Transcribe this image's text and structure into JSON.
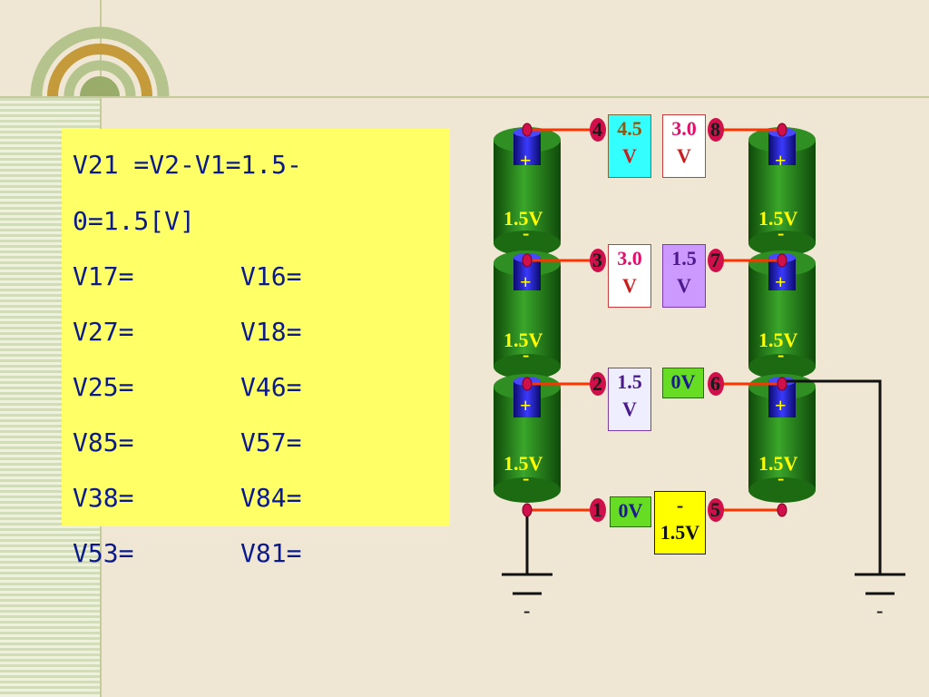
{
  "equations": {
    "line1": "V21 =V2-V1=1.5-",
    "line2": "0=1.5[V]",
    "rows": [
      {
        "left": "V17=",
        "right": "V16="
      },
      {
        "left": "V27=",
        "right": "V18="
      },
      {
        "left": "V25=",
        "right": "V46="
      },
      {
        "left": "V85=",
        "right": "V57="
      },
      {
        "left": "V38=",
        "right": "V84="
      },
      {
        "left": "V53=",
        "right": "V81="
      }
    ]
  },
  "circuit": {
    "battery_voltage": "1.5V",
    "plus": "+",
    "minus": "-",
    "node_numbers": [
      "1",
      "2",
      "3",
      "4",
      "5",
      "6",
      "7",
      "8"
    ],
    "labels": {
      "n4": {
        "line1": "4.5",
        "line2": "V"
      },
      "n8": {
        "line1": "3.0",
        "line2": "V"
      },
      "n3": {
        "line1": "3.0",
        "line2": "V"
      },
      "n7": {
        "line1": "1.5",
        "line2": "V"
      },
      "n2": {
        "line1": "1.5",
        "line2": "V"
      },
      "n6": {
        "line1": "0V"
      },
      "n1": {
        "line1": "0V"
      },
      "n5": {
        "line1": "-",
        "line2": "1.5V"
      }
    },
    "ground_label": "-"
  },
  "colors": {
    "background": "#efe6d4",
    "highlight": "#ffff66",
    "text": "#0a1a8c",
    "wire": "#ff3300",
    "node": "#d0104a",
    "battery": "#2d8a1e",
    "terminal": "#1b1bd6"
  }
}
